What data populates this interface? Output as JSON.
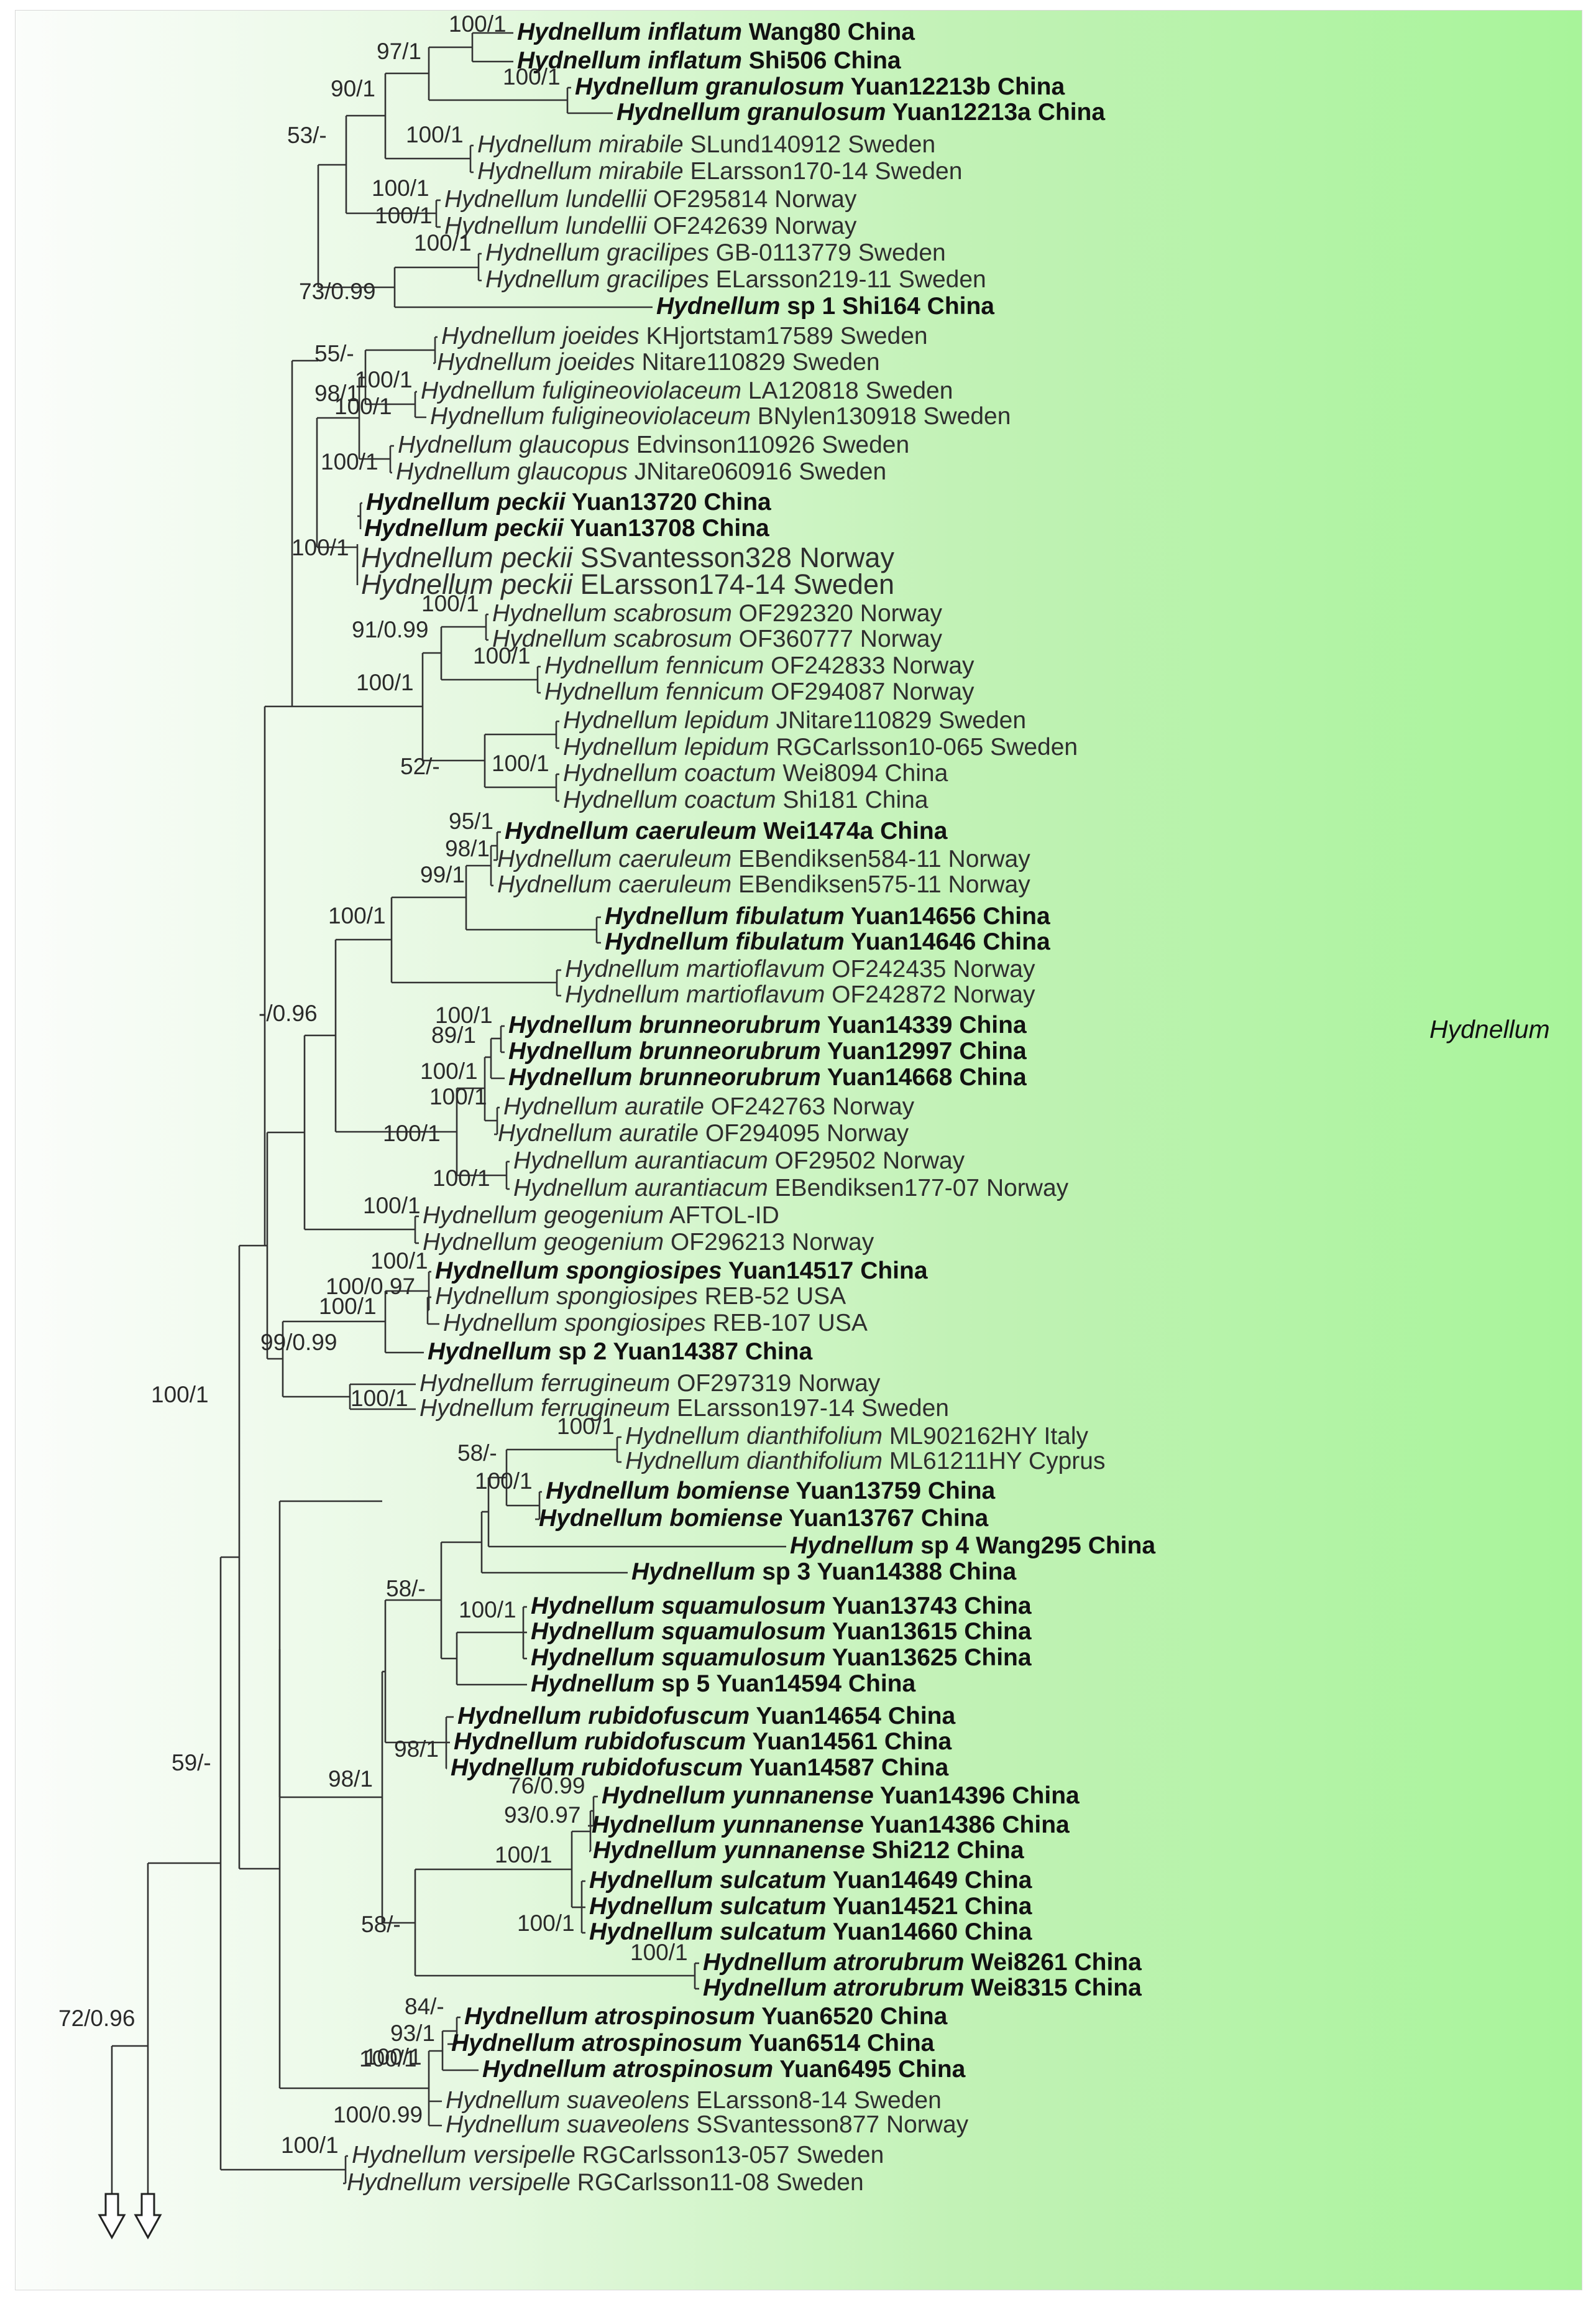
{
  "clade_label": "Hydnellum",
  "taxa": [
    {
      "genus": "Hydnellum",
      "species": "inflatum",
      "voucher": "Wang80 China",
      "bold": true
    },
    {
      "genus": "Hydnellum",
      "species": "inflatum",
      "voucher": "Shi506 China",
      "bold": true
    },
    {
      "genus": "Hydnellum",
      "species": "granulosum",
      "voucher": "Yuan12213b China",
      "bold": true
    },
    {
      "genus": "Hydnellum",
      "species": "granulosum",
      "voucher": "Yuan12213a China",
      "bold": true
    },
    {
      "genus": "Hydnellum",
      "species": "mirabile",
      "voucher": "SLund140912 Sweden",
      "bold": false
    },
    {
      "genus": "Hydnellum",
      "species": "mirabile",
      "voucher": "ELarsson170-14 Sweden",
      "bold": false
    },
    {
      "genus": "Hydnellum",
      "species": "lundellii",
      "voucher": "OF295814 Norway",
      "bold": false
    },
    {
      "genus": "Hydnellum",
      "species": "lundellii",
      "voucher": "OF242639 Norway",
      "bold": false
    },
    {
      "genus": "Hydnellum",
      "species": "gracilipes",
      "voucher": "GB-0113779 Sweden",
      "bold": false
    },
    {
      "genus": "Hydnellum",
      "species": "gracilipes",
      "voucher": "ELarsson219-11 Sweden",
      "bold": false
    },
    {
      "genus": "Hydnellum",
      "species": "sp 1",
      "voucher": "Shi164 China",
      "bold": true,
      "plain_species": true
    },
    {
      "genus": "Hydnellum",
      "species": "joeides",
      "voucher": "KHjortstam17589 Sweden",
      "bold": false
    },
    {
      "genus": "Hydnellum",
      "species": "joeides",
      "voucher": "Nitare110829 Sweden",
      "bold": false
    },
    {
      "genus": "Hydnellum",
      "species": "fuligineoviolaceum",
      "voucher": "LA120818 Sweden",
      "bold": false
    },
    {
      "genus": "Hydnellum",
      "species": "fuligineoviolaceum",
      "voucher": "BNylen130918 Sweden",
      "bold": false
    },
    {
      "genus": "Hydnellum",
      "species": "glaucopus",
      "voucher": "Edvinson110926 Sweden",
      "bold": false
    },
    {
      "genus": "Hydnellum",
      "species": "glaucopus",
      "voucher": "JNitare060916 Sweden",
      "bold": false
    },
    {
      "genus": "Hydnellum",
      "species": "peckii",
      "voucher": "Yuan13720 China",
      "bold": true
    },
    {
      "genus": "Hydnellum",
      "species": "peckii",
      "voucher": "Yuan13708 China",
      "bold": true
    },
    {
      "genus": "Hydnellum",
      "species": "peckii",
      "voucher": "SSvantesson328 Norway",
      "bold": false
    },
    {
      "genus": "Hydnellum",
      "species": "peckii",
      "voucher": "ELarsson174-14 Sweden",
      "bold": false
    },
    {
      "genus": "Hydnellum",
      "species": "scabrosum",
      "voucher": "OF292320 Norway",
      "bold": false
    },
    {
      "genus": "Hydnellum",
      "species": "scabrosum",
      "voucher": "OF360777 Norway",
      "bold": false
    },
    {
      "genus": "Hydnellum",
      "species": "fennicum",
      "voucher": "OF242833 Norway",
      "bold": false
    },
    {
      "genus": "Hydnellum",
      "species": "fennicum",
      "voucher": "OF294087 Norway",
      "bold": false
    },
    {
      "genus": "Hydnellum",
      "species": "lepidum",
      "voucher": "JNitare110829 Sweden",
      "bold": false
    },
    {
      "genus": "Hydnellum",
      "species": "lepidum",
      "voucher": "RGCarlsson10-065 Sweden",
      "bold": false
    },
    {
      "genus": "Hydnellum",
      "species": "coactum",
      "voucher": "Wei8094 China",
      "bold": false
    },
    {
      "genus": "Hydnellum",
      "species": "coactum",
      "voucher": "Shi181 China",
      "bold": false
    },
    {
      "genus": "Hydnellum",
      "species": "caeruleum",
      "voucher": "Wei1474a China",
      "bold": true
    },
    {
      "genus": "Hydnellum",
      "species": "caeruleum",
      "voucher": "EBendiksen584-11 Norway",
      "bold": false
    },
    {
      "genus": "Hydnellum",
      "species": "caeruleum",
      "voucher": "EBendiksen575-11 Norway",
      "bold": false
    },
    {
      "genus": "Hydnellum",
      "species": "fibulatum",
      "voucher": "Yuan14656 China",
      "bold": true
    },
    {
      "genus": "Hydnellum",
      "species": "fibulatum",
      "voucher": "Yuan14646 China",
      "bold": true
    },
    {
      "genus": "Hydnellum",
      "species": "martioflavum",
      "voucher": "OF242435 Norway",
      "bold": false
    },
    {
      "genus": "Hydnellum",
      "species": "martioflavum",
      "voucher": "OF242872 Norway",
      "bold": false
    },
    {
      "genus": "Hydnellum",
      "species": "brunneorubrum",
      "voucher": "Yuan14339 China",
      "bold": true
    },
    {
      "genus": "Hydnellum",
      "species": "brunneorubrum",
      "voucher": "Yuan12997 China",
      "bold": true
    },
    {
      "genus": "Hydnellum",
      "species": "brunneorubrum",
      "voucher": "Yuan14668 China",
      "bold": true
    },
    {
      "genus": "Hydnellum",
      "species": "auratile",
      "voucher": "OF242763 Norway",
      "bold": false
    },
    {
      "genus": "Hydnellum",
      "species": "auratile",
      "voucher": "OF294095 Norway",
      "bold": false
    },
    {
      "genus": "Hydnellum",
      "species": "aurantiacum",
      "voucher": "OF29502 Norway",
      "bold": false
    },
    {
      "genus": "Hydnellum",
      "species": "aurantiacum",
      "voucher": "EBendiksen177-07 Norway",
      "bold": false
    },
    {
      "genus": "Hydnellum",
      "species": "geogenium",
      "voucher": "AFTOL-ID",
      "bold": false
    },
    {
      "genus": "Hydnellum",
      "species": "geogenium",
      "voucher": "OF296213 Norway",
      "bold": false
    },
    {
      "genus": "Hydnellum",
      "species": "spongiosipes",
      "voucher": "Yuan14517 China",
      "bold": true
    },
    {
      "genus": "Hydnellum",
      "species": "spongiosipes",
      "voucher": "REB-52 USA",
      "bold": false
    },
    {
      "genus": "Hydnellum",
      "species": "spongiosipes",
      "voucher": "REB-107 USA",
      "bold": false
    },
    {
      "genus": "Hydnellum",
      "species": "sp 2",
      "voucher": "Yuan14387 China",
      "bold": true,
      "plain_species": true
    },
    {
      "genus": "Hydnellum",
      "species": "ferrugineum",
      "voucher": "OF297319 Norway",
      "bold": false
    },
    {
      "genus": "Hydnellum",
      "species": "ferrugineum",
      "voucher": "ELarsson197-14 Sweden",
      "bold": false
    },
    {
      "genus": "Hydnellum",
      "species": "dianthifolium",
      "voucher": "ML902162HY Italy",
      "bold": false
    },
    {
      "genus": "Hydnellum",
      "species": "dianthifolium",
      "voucher": "ML61211HY Cyprus",
      "bold": false
    },
    {
      "genus": "Hydnellum",
      "species": "bomiense",
      "voucher": "Yuan13759 China",
      "bold": true
    },
    {
      "genus": "Hydnellum",
      "species": "bomiense",
      "voucher": "Yuan13767 China",
      "bold": true
    },
    {
      "genus": "Hydnellum",
      "species": "sp 4",
      "voucher": "Wang295 China",
      "bold": true,
      "plain_species": true
    },
    {
      "genus": "Hydnellum",
      "species": "sp 3",
      "voucher": "Yuan14388 China",
      "bold": true,
      "plain_species": true
    },
    {
      "genus": "Hydnellum",
      "species": "squamulosum",
      "voucher": "Yuan13743 China",
      "bold": true
    },
    {
      "genus": "Hydnellum",
      "species": "squamulosum",
      "voucher": "Yuan13615 China",
      "bold": true
    },
    {
      "genus": "Hydnellum",
      "species": "squamulosum",
      "voucher": "Yuan13625 China",
      "bold": true
    },
    {
      "genus": "Hydnellum",
      "species": "sp 5",
      "voucher": "Yuan14594 China",
      "bold": true,
      "plain_species": true
    },
    {
      "genus": "Hydnellum",
      "species": "rubidofuscum",
      "voucher": "Yuan14654 China",
      "bold": true
    },
    {
      "genus": "Hydnellum",
      "species": "rubidofuscum",
      "voucher": "Yuan14561 China",
      "bold": true
    },
    {
      "genus": "Hydnellum",
      "species": "rubidofuscum",
      "voucher": "Yuan14587 China",
      "bold": true
    },
    {
      "genus": "Hydnellum",
      "species": "yunnanense",
      "voucher": "Yuan14396 China",
      "bold": true
    },
    {
      "genus": "Hydnellum",
      "species": "yunnanense",
      "voucher": "Yuan14386 China",
      "bold": true
    },
    {
      "genus": "Hydnellum",
      "species": "yunnanense",
      "voucher": "Shi212 China",
      "bold": true
    },
    {
      "genus": "Hydnellum",
      "species": "sulcatum",
      "voucher": "Yuan14649 China",
      "bold": true
    },
    {
      "genus": "Hydnellum",
      "species": "sulcatum",
      "voucher": "Yuan14521 China",
      "bold": true
    },
    {
      "genus": "Hydnellum",
      "species": "sulcatum",
      "voucher": "Yuan14660 China",
      "bold": true
    },
    {
      "genus": "Hydnellum",
      "species": "atrorubrum",
      "voucher": "Wei8261 China",
      "bold": true
    },
    {
      "genus": "Hydnellum",
      "species": "atrorubrum",
      "voucher": "Wei8315 China",
      "bold": true
    },
    {
      "genus": "Hydnellum",
      "species": "atrospinosum",
      "voucher": "Yuan6520 China",
      "bold": true
    },
    {
      "genus": "Hydnellum",
      "species": "atrospinosum",
      "voucher": "Yuan6514 China",
      "bold": true
    },
    {
      "genus": "Hydnellum",
      "species": "atrospinosum",
      "voucher": "Yuan6495 China",
      "bold": true
    },
    {
      "genus": "Hydnellum",
      "species": "suaveolens",
      "voucher": "ELarsson8-14 Sweden",
      "bold": false
    },
    {
      "genus": "Hydnellum",
      "species": "suaveolens",
      "voucher": "SSvantesson877 Norway",
      "bold": false
    },
    {
      "genus": "Hydnellum",
      "species": "versipelle",
      "voucher": "RGCarlsson13-057 Sweden",
      "bold": false
    },
    {
      "genus": "Hydnellum",
      "species": "versipelle",
      "voucher": "RGCarlsson11-08 Sweden",
      "bold": false
    }
  ],
  "support_values": [
    "100/1",
    "97/1",
    "100/1",
    "90/1",
    "100/1",
    "53/-",
    "100/1",
    "100/1",
    "73/0.99",
    "100/1",
    "55/-",
    "100/1",
    "98/1",
    "100/1",
    "100/1",
    "100/1",
    "91/0.99",
    "100/1",
    "100/1",
    "100/1",
    "52/-",
    "100/1",
    "95/1",
    "98/1",
    "99/1",
    "100/1",
    "89/1",
    "100/1",
    "100/1",
    "100/1",
    "100/1",
    "100/1",
    "100/1",
    "-/0.96",
    "100/1",
    "100/0.97",
    "100/1",
    "99/0.99",
    "100/1",
    "100/1",
    "59/-",
    "100/1",
    "58/-",
    "100/1",
    "58/-",
    "100/1",
    "98/1",
    "98/1",
    "76/0.99",
    "93/0.97",
    "100/1",
    "100/1",
    "58/-",
    "100/1",
    "100/1",
    "84/-",
    "93/1",
    "100/1",
    "100/0.99",
    "100/1",
    "72/0.96"
  ]
}
